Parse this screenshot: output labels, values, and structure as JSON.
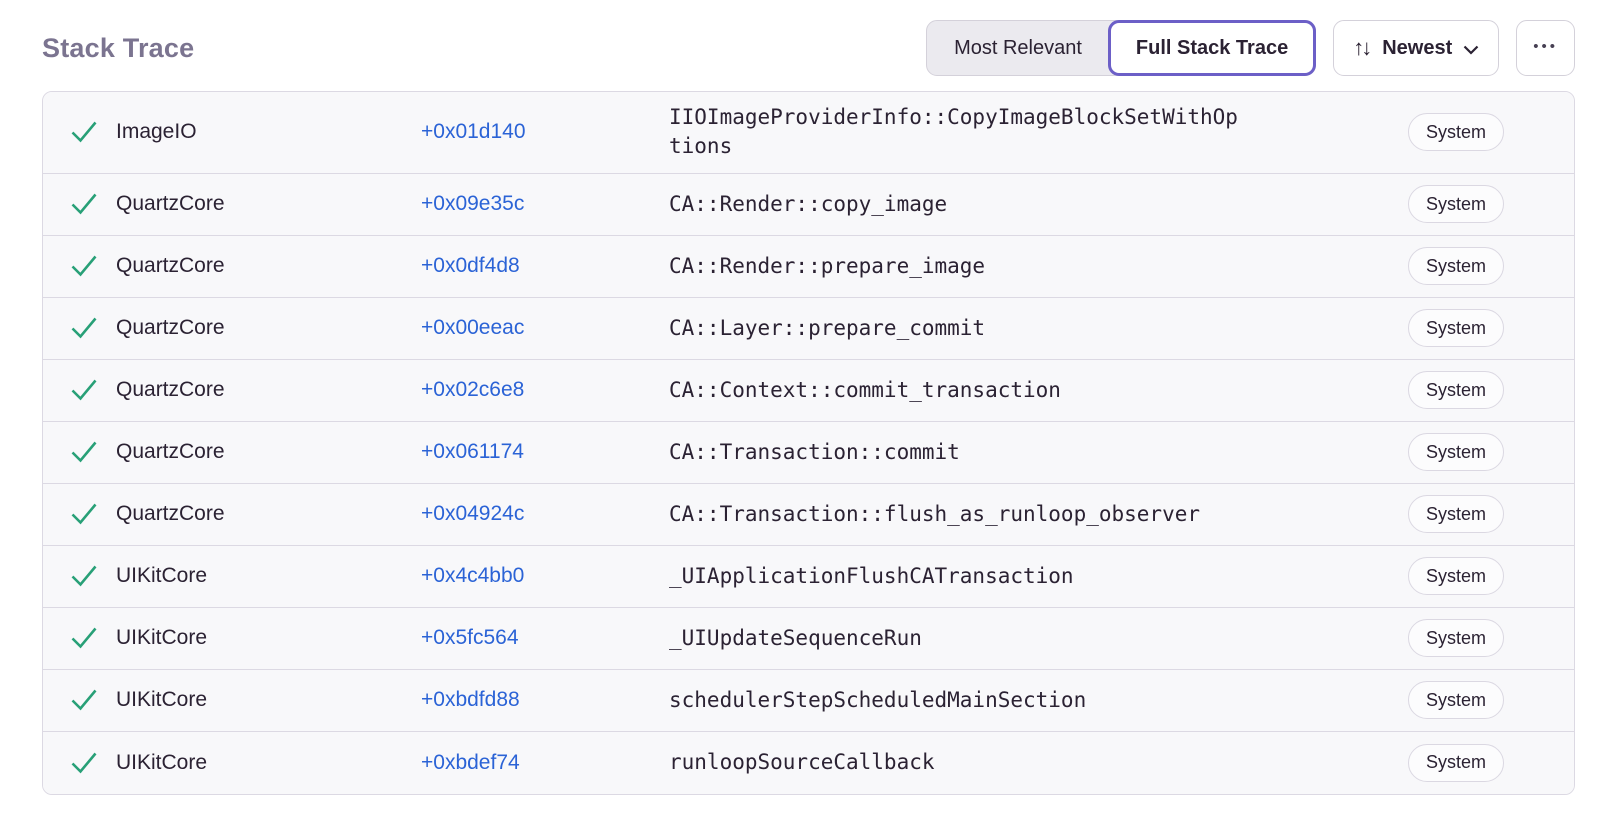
{
  "header": {
    "title": "Stack Trace",
    "view_toggle": [
      {
        "label": "Most Relevant",
        "selected": false
      },
      {
        "label": "Full Stack Trace",
        "selected": true
      }
    ],
    "sort": {
      "label": "Newest"
    },
    "icons": {
      "sort_arrows_glyph": "↑↓",
      "ellipsis_glyph": "•••"
    }
  },
  "colors": {
    "accent_purple": "#6c5fc7",
    "address_blue": "#2b63d6",
    "check_green": "#28a077",
    "row_background": "#f8f8fa",
    "separator": "#dcd9e3",
    "text_dark": "#2b2233",
    "title_gray": "#7b7490"
  },
  "table": {
    "frames": [
      {
        "module": "ImageIO",
        "address": "+0x01d140",
        "function": "IIOImageProviderInfo::CopyImageBlockSetWithOptions",
        "badge": "System"
      },
      {
        "module": "QuartzCore",
        "address": "+0x09e35c",
        "function": "CA::Render::copy_image",
        "badge": "System"
      },
      {
        "module": "QuartzCore",
        "address": "+0x0df4d8",
        "function": "CA::Render::prepare_image",
        "badge": "System"
      },
      {
        "module": "QuartzCore",
        "address": "+0x00eeac",
        "function": "CA::Layer::prepare_commit",
        "badge": "System"
      },
      {
        "module": "QuartzCore",
        "address": "+0x02c6e8",
        "function": "CA::Context::commit_transaction",
        "badge": "System"
      },
      {
        "module": "QuartzCore",
        "address": "+0x061174",
        "function": "CA::Transaction::commit",
        "badge": "System"
      },
      {
        "module": "QuartzCore",
        "address": "+0x04924c",
        "function": "CA::Transaction::flush_as_runloop_observer",
        "badge": "System"
      },
      {
        "module": "UIKitCore",
        "address": "+0x4c4bb0",
        "function": "_UIApplicationFlushCATransaction",
        "badge": "System"
      },
      {
        "module": "UIKitCore",
        "address": "+0x5fc564",
        "function": "_UIUpdateSequenceRun",
        "badge": "System"
      },
      {
        "module": "UIKitCore",
        "address": "+0xbdfd88",
        "function": "schedulerStepScheduledMainSection",
        "badge": "System"
      },
      {
        "module": "UIKitCore",
        "address": "+0xbdef74",
        "function": "runloopSourceCallback",
        "badge": "System"
      }
    ]
  }
}
